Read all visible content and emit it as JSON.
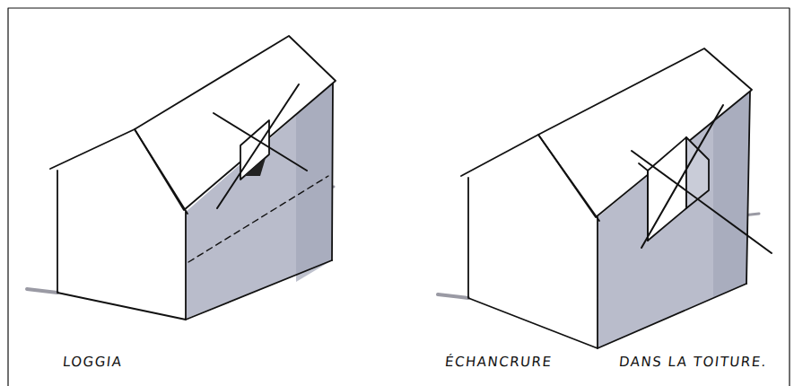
{
  "diagram": {
    "labels": [
      "LOGGIA",
      "ÉCHANCRURE",
      "DANS LA TOITURE."
    ]
  }
}
